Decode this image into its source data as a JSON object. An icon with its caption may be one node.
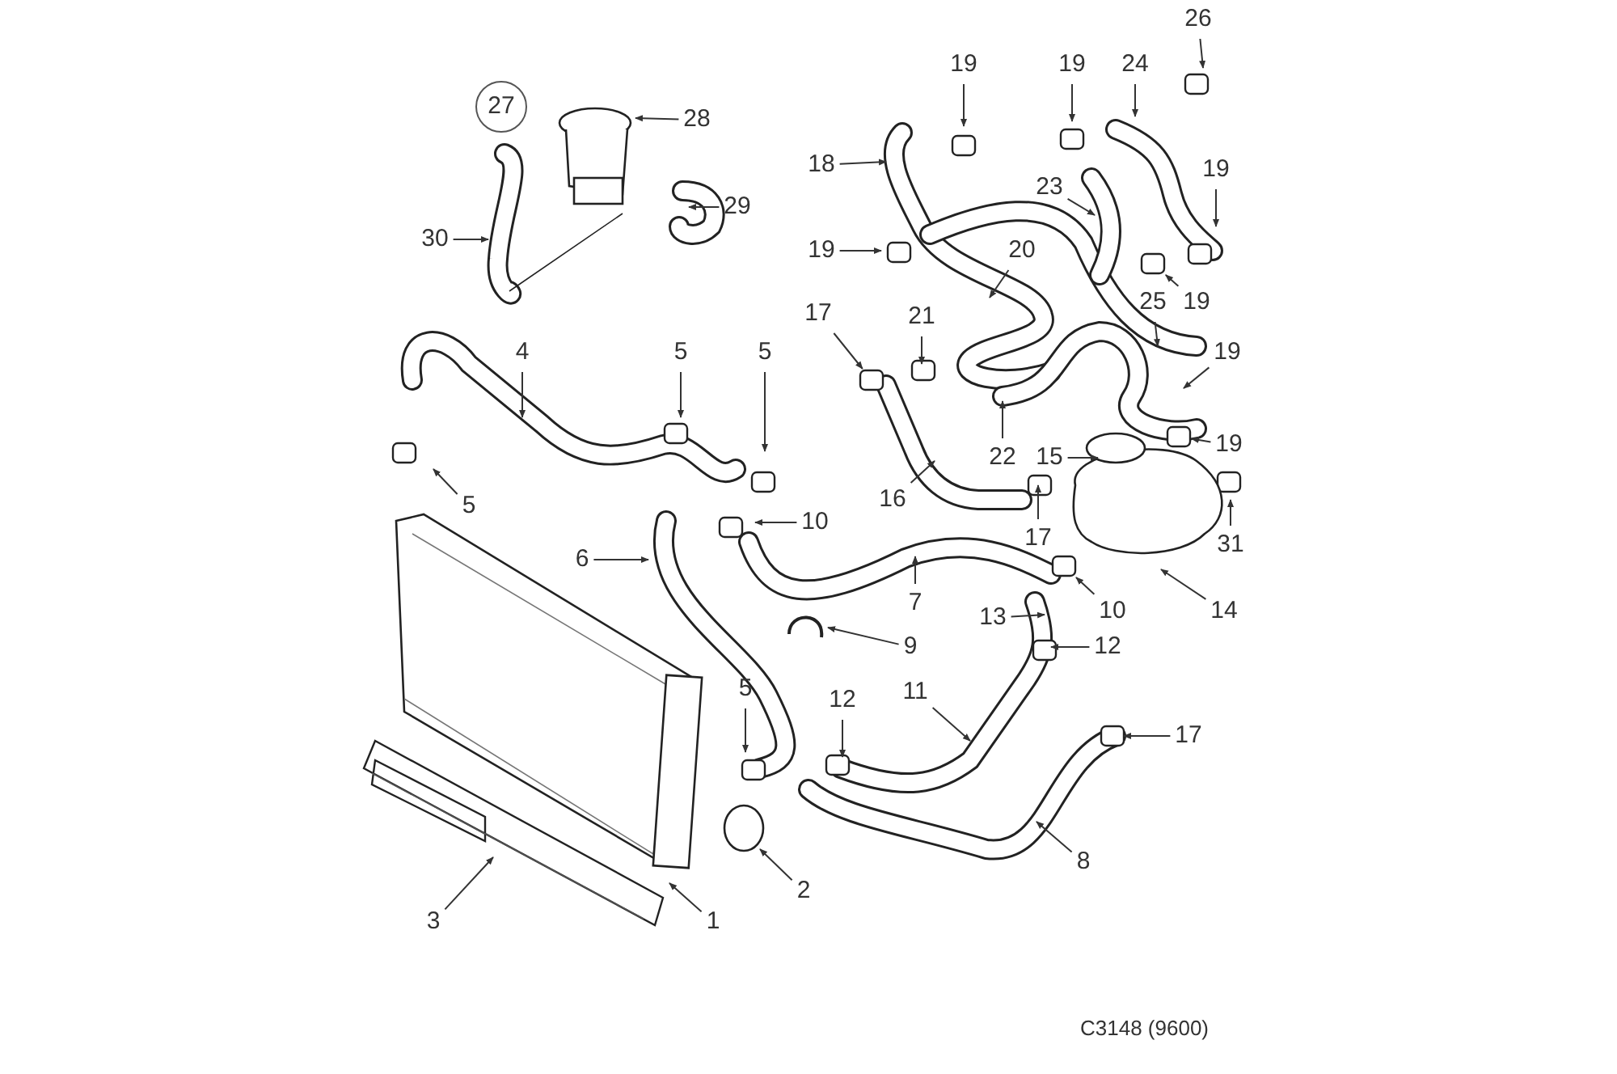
{
  "diagram": {
    "nodes": [
      {
        "text": [
          "27"
        ]
      },
      {
        "text": [
          "28"
        ]
      },
      {
        "text": [
          "29"
        ]
      },
      {
        "text": [
          "30"
        ]
      },
      {
        "text": [
          "19"
        ]
      },
      {
        "text": [
          "19"
        ]
      },
      {
        "text": [
          "24"
        ]
      },
      {
        "text": [
          "26"
        ]
      },
      {
        "text": [
          "18"
        ]
      },
      {
        "text": [
          "19"
        ]
      },
      {
        "text": [
          "23"
        ]
      },
      {
        "text": [
          "19"
        ]
      },
      {
        "text": [
          "20"
        ]
      },
      {
        "text": [
          "19"
        ]
      },
      {
        "text": [
          "25"
        ]
      },
      {
        "text": [
          "17"
        ]
      },
      {
        "text": [
          "21"
        ]
      },
      {
        "text": [
          "19"
        ]
      },
      {
        "text": [
          "4"
        ]
      },
      {
        "text": [
          "5"
        ]
      },
      {
        "text": [
          "5"
        ]
      },
      {
        "text": [
          "22"
        ]
      },
      {
        "text": [
          "19"
        ]
      },
      {
        "text": [
          "15"
        ]
      },
      {
        "text": [
          "5"
        ]
      },
      {
        "text": [
          "16"
        ]
      },
      {
        "text": [
          "10"
        ]
      },
      {
        "text": [
          "17"
        ]
      },
      {
        "text": [
          "31"
        ]
      },
      {
        "text": [
          "6"
        ]
      },
      {
        "text": [
          "7"
        ]
      },
      {
        "text": [
          "14"
        ]
      },
      {
        "text": [
          "10"
        ]
      },
      {
        "text": [
          "13"
        ]
      },
      {
        "text": [
          "12"
        ]
      },
      {
        "text": [
          "9"
        ]
      },
      {
        "text": [
          "11"
        ]
      },
      {
        "text": [
          "5"
        ]
      },
      {
        "text": [
          "12"
        ]
      },
      {
        "text": [
          "17"
        ]
      },
      {
        "text": [
          "8"
        ]
      },
      {
        "text": [
          "2"
        ]
      },
      {
        "text": [
          "3"
        ]
      },
      {
        "text": [
          "1"
        ]
      },
      {
        "text": [],
        "shape": "picture"
      },
      {
        "text": [],
        "shape": "picture"
      },
      {
        "text": [],
        "shape": "box"
      },
      {
        "text": [],
        "shape": "box"
      },
      {
        "text": [],
        "shape": "box"
      },
      {
        "text": [],
        "shape": "box"
      }
    ],
    "edges": [
      {
        "from": 1,
        "to": null,
        "arrow": "to"
      },
      {
        "from": 2,
        "to": null,
        "arrow": "to"
      },
      {
        "from": 3,
        "to": null,
        "arrow": "to"
      },
      {
        "from": 4,
        "to": null,
        "arrow": "to"
      },
      {
        "from": 5,
        "to": null,
        "arrow": "to"
      },
      {
        "from": 6,
        "to": null,
        "arrow": "to"
      },
      {
        "from": 7,
        "to": null,
        "arrow": "to"
      },
      {
        "from": 8,
        "to": null,
        "arrow": "to"
      },
      {
        "from": 9,
        "to": null,
        "arrow": "to"
      },
      {
        "from": 10,
        "to": null,
        "arrow": "to"
      },
      {
        "from": 11,
        "to": null,
        "arrow": "to"
      },
      {
        "from": 12,
        "to": null,
        "arrow": "to"
      },
      {
        "from": 13,
        "to": 47,
        "arrow": "to"
      },
      {
        "from": 14,
        "to": null,
        "arrow": "to"
      },
      {
        "from": 15,
        "to": 46,
        "arrow": "to"
      },
      {
        "from": 16,
        "to": null,
        "arrow": "to"
      },
      {
        "from": 17,
        "to": null,
        "arrow": "to"
      },
      {
        "from": 18,
        "to": null,
        "arrow": "to"
      },
      {
        "from": 19,
        "to": null,
        "arrow": "to"
      },
      {
        "from": 20,
        "to": null,
        "arrow": "to"
      },
      {
        "from": 21,
        "to": null,
        "arrow": "to"
      },
      {
        "from": 22,
        "to": 48,
        "arrow": "to"
      },
      {
        "from": 23,
        "to": null,
        "arrow": "to"
      },
      {
        "from": 24,
        "to": null,
        "arrow": "to"
      },
      {
        "from": 25,
        "to": null,
        "arrow": "to"
      },
      {
        "from": 26,
        "to": null,
        "arrow": "to"
      },
      {
        "from": 27,
        "to": null,
        "arrow": "to"
      },
      {
        "from": 28,
        "to": null,
        "arrow": "to"
      },
      {
        "from": 29,
        "to": null,
        "arrow": "to"
      },
      {
        "from": 30,
        "to": null,
        "arrow": "to"
      },
      {
        "from": 31,
        "to": 44,
        "arrow": "to"
      },
      {
        "from": 32,
        "to": 49,
        "arrow": "to"
      },
      {
        "from": 33,
        "to": null,
        "arrow": "to"
      },
      {
        "from": 34,
        "to": null,
        "arrow": "to"
      },
      {
        "from": 35,
        "to": 45,
        "arrow": "to"
      },
      {
        "from": 36,
        "to": null,
        "arrow": "to"
      },
      {
        "from": 37,
        "to": null,
        "arrow": "to"
      },
      {
        "from": 38,
        "to": null,
        "arrow": "to"
      },
      {
        "from": 39,
        "to": null,
        "arrow": "to"
      },
      {
        "from": 40,
        "to": null,
        "arrow": "to"
      },
      {
        "from": 41,
        "to": null,
        "arrow": "to"
      },
      {
        "from": 42,
        "to": null,
        "arrow": "to"
      },
      {
        "from": 43,
        "to": null,
        "arrow": "to"
      }
    ],
    "labels": [
      "C3148 (9600)"
    ]
  }
}
